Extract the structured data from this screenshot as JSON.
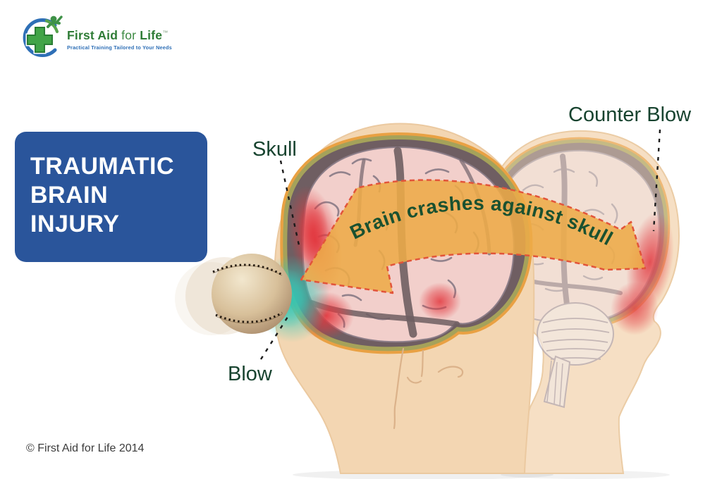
{
  "brand": {
    "name_bold_1": "First Aid",
    "name_regular": " for ",
    "name_bold_2": "Life",
    "trademark": "™",
    "tagline": "Practical Training Tailored to Your Needs",
    "logo_icon": "first-aid-cross-icon",
    "logo_green": "#41A447",
    "logo_blue": "#2E6FB6"
  },
  "title_card": {
    "lines": [
      "TRAUMATIC",
      "BRAIN",
      "INJURY"
    ],
    "background_color": "#2A559B",
    "text_color": "#FFFFFF"
  },
  "diagram": {
    "labels": {
      "skull": "Skull",
      "blow": "Blow",
      "counter_blow": "Counter Blow"
    },
    "arrow_text": "Brain crashes against skull",
    "icons": {
      "ball": "baseball-icon",
      "arrow": "curved-motion-arrow"
    },
    "colors": {
      "skin": "#F3D6B2",
      "skull_outer_rim": "#E9A143",
      "skull_inner_rim": "#A5A25A",
      "cranial_cavity": "#6F5E62",
      "brain": "#F2CFCB",
      "impact_red": "#E2383F",
      "impact_glow_teal": "#2FC4B2",
      "arrow_fill": "#EDAB48",
      "arrow_dash_outline": "#E2543A",
      "label_text": "#17432F"
    }
  },
  "footer": {
    "copyright": "© First Aid for Life 2014"
  }
}
